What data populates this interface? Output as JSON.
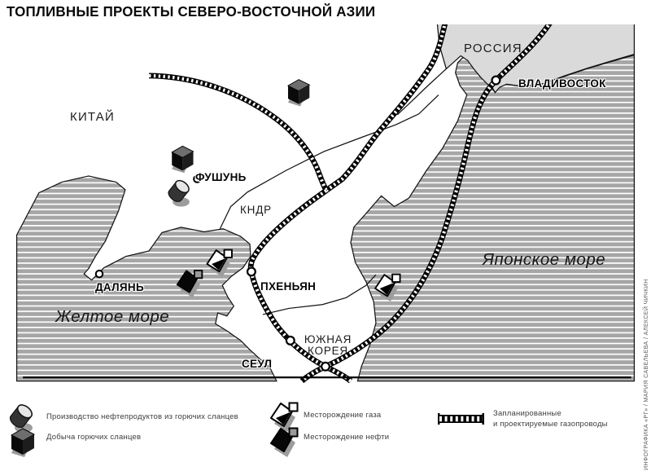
{
  "title": "ТОПЛИВНЫЕ ПРОЕКТЫ СЕВЕРО-ВОСТОЧНОЙ АЗИИ",
  "map": {
    "countries": [
      {
        "label": "КИТАЙ"
      },
      {
        "label": "РОССИЯ"
      },
      {
        "label": "КНДР"
      },
      {
        "label": "ЮЖНАЯ",
        "label2": "КОРЕЯ"
      }
    ],
    "seas": [
      {
        "label": "Желтое море"
      },
      {
        "label": "Японское море"
      }
    ],
    "cities": [
      {
        "label": "ВЛАДИВОСТОК"
      },
      {
        "label": "ФУШУНЬ"
      },
      {
        "label": "ДАЛЯНЬ"
      },
      {
        "label": "ПХЕНЬЯН"
      },
      {
        "label": "СЕУЛ"
      }
    ]
  },
  "legend": {
    "items": [
      {
        "icon": "oil-shale-products-icon",
        "label": "Производство нефтепродуктов из горючих сланцев"
      },
      {
        "icon": "oil-shale-mining-icon",
        "label": "Добыча горючих сланцев"
      },
      {
        "icon": "gas-field-icon",
        "label": "Месторождение газа"
      },
      {
        "icon": "oil-field-icon",
        "label": "Месторождение нефти"
      },
      {
        "icon": "pipeline-icon",
        "label": "Запланированные",
        "label2": "и проектируемые газопроводы"
      }
    ]
  },
  "credit": "ИНФОГРАФИКА «РГ» / МАРИЯ САВЕЛЬЕВА / АЛЕКСЕЙ ЧИЧКИН",
  "colors": {
    "sea": "#a6a6a6",
    "sea_stripe": "#ffffff",
    "land": "#ffffff",
    "russia": "#dadada",
    "pipeline": "#000000",
    "shadow": "#9c9c9c"
  }
}
